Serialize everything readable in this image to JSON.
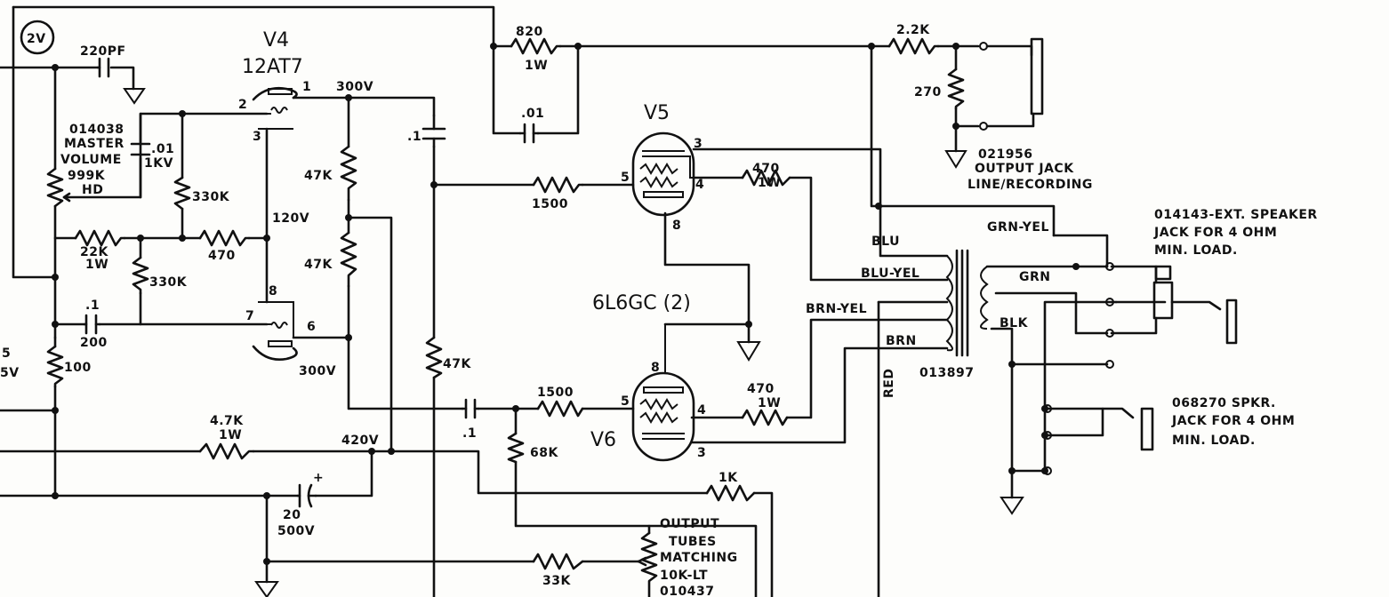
{
  "labels": {
    "node_2v": "2V",
    "c_220pf": "220PF",
    "v4": "V4",
    "v4_type": "12AT7",
    "v300_top": "300V",
    "pin1": "1",
    "pin2": "2",
    "pin3": "3",
    "pin6": "6",
    "pin7": "7",
    "pin8": "8",
    "mv_1": "014038",
    "mv_2": "MASTER",
    "mv_3": "VOLUME",
    "mv_4": "999K",
    "mv_5": "HD",
    "c_01_1kv_a": ".01",
    "c_01_1kv_b": "1KV",
    "r_330k_a": "330K",
    "r_330k_b": "330K",
    "r_22k": "22K",
    "r_22k_w": "1W",
    "r_470_a": "470",
    "v120": "120V",
    "r_47k_a": "47K",
    "r_47k_b": "47K",
    "r_47k_c": "47K",
    "c_1_a": ".1",
    "c_1_b": ".1",
    "c_1_c": ".1",
    "c_200": "200",
    "r_100": "100",
    "v300_bottom": "300V",
    "left_5": "5",
    "left_5v": "5V",
    "r_820": "820",
    "r_820_w": "1W",
    "c_01_b": ".01",
    "v5": "V5",
    "v5_pin3": "3",
    "v5_pin4": "4",
    "v5_pin5": "5",
    "v5_pin8": "8",
    "r_1500_a": "1500",
    "r_470_b": "470",
    "r_470_b_w": "1W",
    "tubes_6l6": "6L6GC (2)",
    "v6": "V6",
    "v6_pin3": "3",
    "v6_pin4": "4",
    "v6_pin5": "5",
    "v6_pin8": "8",
    "r_1500_b": "1500",
    "r_470_c": "470",
    "r_470_c_w": "1W",
    "r_68k": "68K",
    "r_47k_r": "4.7K",
    "r_47k_r_w": "1W",
    "v420": "420V",
    "c_20": "20",
    "c_20_v": "500V",
    "c_plus": "+",
    "r_1k": "1K",
    "otm_1": "OUTPUT",
    "otm_2": "TUBES",
    "otm_3": "MATCHING",
    "otm_4": "10K-LT",
    "otm_5": "010437",
    "r_33k": "33K",
    "r_22k_out": "2.2K",
    "r_270": "270",
    "jack_1_a": "021956",
    "jack_1_b": "OUTPUT JACK",
    "jack_1_c": "LINE/RECORDING",
    "w_blu": "BLU",
    "w_blu_yel": "BLU-YEL",
    "w_brn_yel": "BRN-YEL",
    "w_brn": "BRN",
    "w_red": "RED",
    "w_grn_yel": "GRN-YEL",
    "w_grn": "GRN",
    "w_blk": "BLK",
    "xfmr": "013897",
    "ext_1": "014143-EXT. SPEAKER",
    "ext_2": "JACK FOR 4 OHM",
    "ext_3": "MIN. LOAD.",
    "spk_1": "068270 SPKR.",
    "spk_2": "JACK FOR 4 OHM",
    "spk_3": "MIN. LOAD."
  }
}
